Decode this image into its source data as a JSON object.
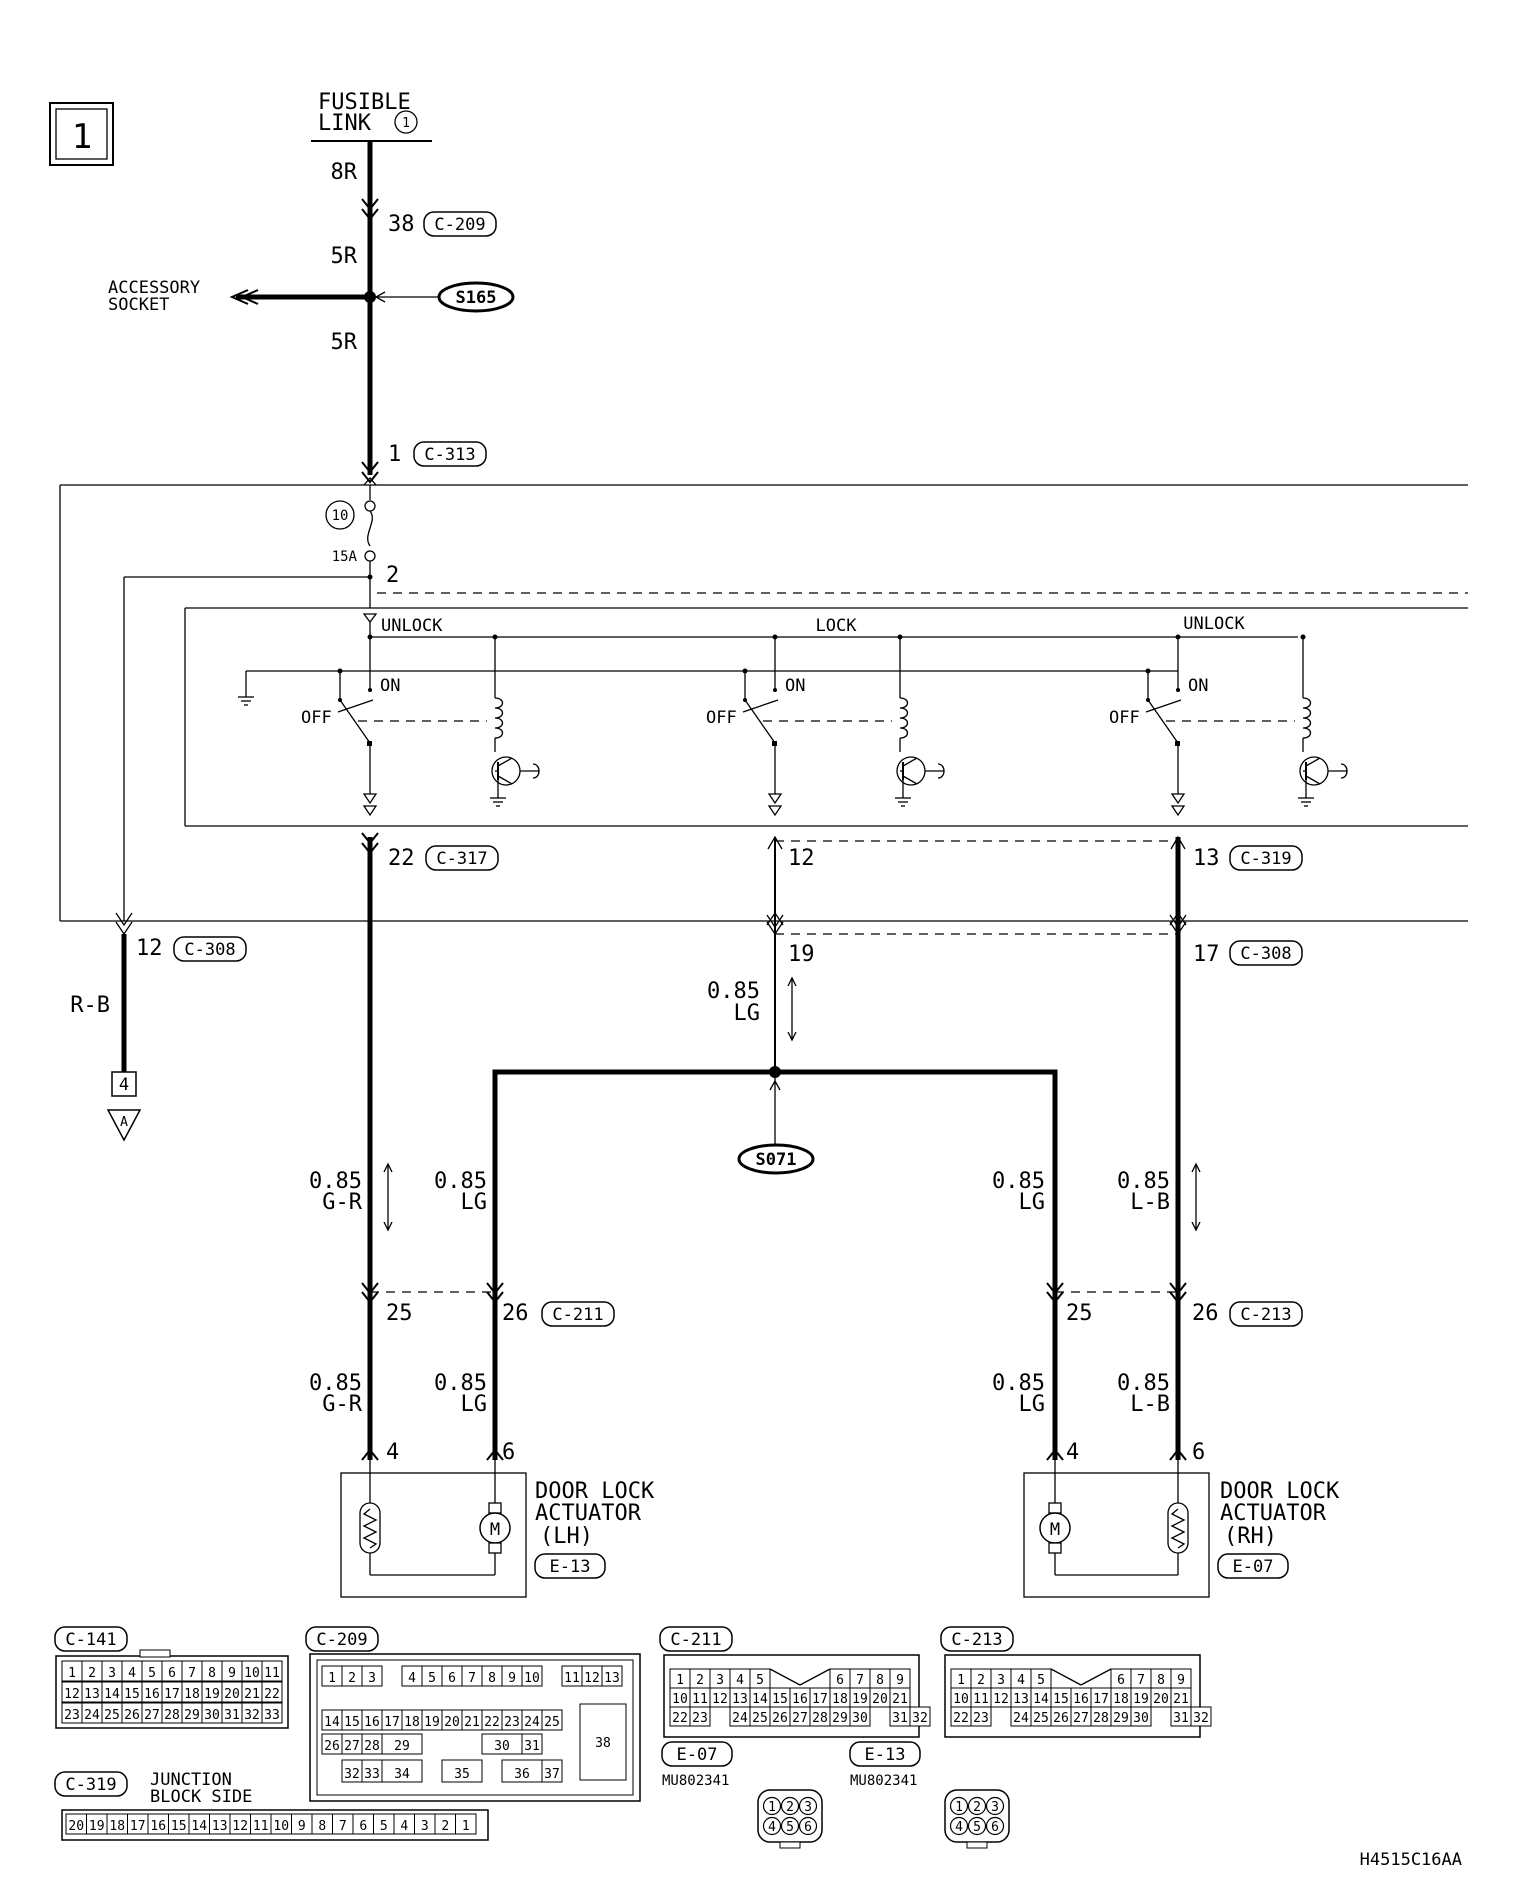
{
  "page_number": "1",
  "source": {
    "name": "FUSIBLE LINK",
    "line1": "FUSIBLE",
    "line2": "LINK",
    "number": "1"
  },
  "top_wires": {
    "w1": "8R",
    "pin1": "38",
    "conn1": "C-209",
    "w2": "5R",
    "w3": "5R",
    "branch_label_1": "ACCESSORY",
    "branch_label_2": "SOCKET",
    "splice": "S165",
    "pin2": "1",
    "conn2": "C-313"
  },
  "junction_block": {
    "fuse_number": "10",
    "fuse_rating": "15A",
    "fuse_out_pin": "2",
    "relays": [
      {
        "label": "UNLOCK",
        "on": "ON",
        "off": "OFF"
      },
      {
        "label": "LOCK",
        "on": "ON",
        "off": "OFF"
      },
      {
        "label": "UNLOCK",
        "on": "ON",
        "off": "OFF"
      }
    ],
    "outputs": [
      {
        "pin": "22",
        "conn": "C-317"
      },
      {
        "pin": "12",
        "conn": ""
      },
      {
        "pin": "13",
        "conn": "C-319"
      }
    ]
  },
  "c308": {
    "pin_left": "12",
    "conn": "C-308",
    "pin_mid": "19",
    "pin_right": "17",
    "wire_left": "R-B",
    "ref_box": "4",
    "ref_tri": "A",
    "mid_size": "0.85",
    "mid_color": "LG",
    "splice": "S071"
  },
  "mid_wires": [
    {
      "size": "0.85",
      "color": "G-R"
    },
    {
      "size": "0.85",
      "color": "LG"
    },
    {
      "size": "0.85",
      "color": "LG"
    },
    {
      "size": "0.85",
      "color": "L-B"
    }
  ],
  "door_connectors": {
    "lh": {
      "pin_a": "25",
      "pin_b": "26",
      "conn": "C-211"
    },
    "rh": {
      "pin_a": "25",
      "pin_b": "26",
      "conn": "C-213"
    }
  },
  "low_wires": [
    {
      "size": "0.85",
      "color": "G-R"
    },
    {
      "size": "0.85",
      "color": "LG"
    },
    {
      "size": "0.85",
      "color": "LG"
    },
    {
      "size": "0.85",
      "color": "L-B"
    }
  ],
  "actuators": {
    "lh": {
      "pin_a": "4",
      "pin_b": "6",
      "line1": "DOOR LOCK",
      "line2": "ACTUATOR",
      "line3": "(LH)",
      "conn": "E-13"
    },
    "rh": {
      "pin_a": "4",
      "pin_b": "6",
      "line1": "DOOR LOCK",
      "line2": "ACTUATOR",
      "line3": "(RH)",
      "conn": "E-07"
    }
  },
  "connector_views": {
    "c141": {
      "name": "C-141",
      "rows": [
        [
          "1",
          "2",
          "3",
          "4",
          "5",
          "6",
          "7",
          "8",
          "9",
          "10",
          "11"
        ],
        [
          "12",
          "13",
          "14",
          "15",
          "16",
          "17",
          "18",
          "19",
          "20",
          "21",
          "22"
        ],
        [
          "23",
          "24",
          "25",
          "26",
          "27",
          "28",
          "29",
          "30",
          "31",
          "32",
          "33"
        ]
      ]
    },
    "c209": {
      "name": "C-209",
      "row1": [
        "1",
        "2",
        "3",
        "4",
        "5",
        "6",
        "7",
        "8",
        "9",
        "10",
        "11",
        "12",
        "13"
      ],
      "row2": [
        "14",
        "15",
        "16",
        "17",
        "18",
        "19",
        "20",
        "21",
        "22",
        "23",
        "24",
        "25"
      ],
      "row3": [
        "26",
        "27",
        "28",
        "29",
        "30",
        "31"
      ],
      "row4": [
        "32",
        "33",
        "34",
        "35",
        "36",
        "37"
      ],
      "big": "38"
    },
    "c211": {
      "name": "C-211",
      "row1": [
        "1",
        "2",
        "3",
        "4",
        "5",
        "6",
        "7",
        "8",
        "9"
      ],
      "row2": [
        "10",
        "11",
        "12",
        "13",
        "14",
        "15",
        "16",
        "17",
        "18",
        "19",
        "20",
        "21"
      ],
      "row3": [
        "22",
        "23",
        "24",
        "25",
        "26",
        "27",
        "28",
        "29",
        "30",
        "31",
        "32"
      ]
    },
    "c213": {
      "name": "C-213",
      "row1": [
        "1",
        "2",
        "3",
        "4",
        "5",
        "6",
        "7",
        "8",
        "9"
      ],
      "row2": [
        "10",
        "11",
        "12",
        "13",
        "14",
        "15",
        "16",
        "17",
        "18",
        "19",
        "20",
        "21"
      ],
      "row3": [
        "22",
        "23",
        "24",
        "25",
        "26",
        "27",
        "28",
        "29",
        "30",
        "31",
        "32"
      ]
    },
    "c319": {
      "name": "C-319",
      "caption_1": "JUNCTION",
      "caption_2": "BLOCK SIDE",
      "pins": [
        "20",
        "19",
        "18",
        "17",
        "16",
        "15",
        "14",
        "13",
        "12",
        "11",
        "10",
        "9",
        "8",
        "7",
        "6",
        "5",
        "4",
        "3",
        "2",
        "1"
      ]
    },
    "e07": {
      "name": "E-07",
      "part": "MU802341",
      "pins": [
        "1",
        "2",
        "3",
        "4",
        "5",
        "6"
      ]
    },
    "e13": {
      "name": "E-13",
      "part": "MU802341",
      "pins": [
        "1",
        "2",
        "3",
        "4",
        "5",
        "6"
      ]
    }
  },
  "figure_code": "H4515C16AA"
}
